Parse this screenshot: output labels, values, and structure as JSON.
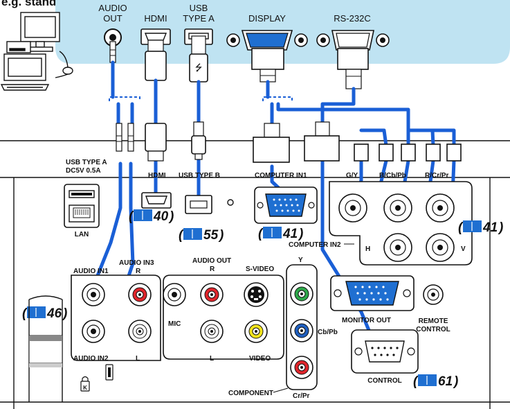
{
  "header_fragment": "e.g. standard",
  "source_ports": {
    "audio_out": [
      "AUDIO",
      "OUT"
    ],
    "hdmi": "HDMI",
    "usb_type_a": [
      "USB",
      "TYPE A"
    ],
    "display": "DISPLAY",
    "rs232c": "RS-232C"
  },
  "panel_labels": {
    "usb_type_a": "USB TYPE A",
    "usb_power": "DC5V 0.5A",
    "hdmi": "HDMI",
    "usb_type_b": "USB TYPE B",
    "computer_in1": "COMPUTER IN1",
    "gy": "G/Y",
    "bcbpb": "B/Cb/Pb",
    "rcrpr": "R/Cr/Pr",
    "lan": "LAN",
    "computer_in2": "COMPUTER IN2",
    "h": "H",
    "v": "V",
    "audio_in1": "AUDIO IN1",
    "audio_in2": "AUDIO IN2",
    "audio_in3": "AUDIO IN3",
    "audio_in3_r": "R",
    "audio_in3_l": "L",
    "audio_out": "AUDIO OUT",
    "audio_out_r": "R",
    "audio_out_l": "L",
    "svideo": "S-VIDEO",
    "mic": "MIC",
    "video": "VIDEO",
    "y": "Y",
    "cbpb": "Cb/Pb",
    "crpr": "Cr/Pr",
    "component": "COMPONENT",
    "monitor_out": "MONITOR OUT",
    "remote_control": [
      "REMOTE",
      "CONTROL"
    ],
    "control": "CONTROL"
  },
  "page_refs": {
    "ref_40": "40",
    "ref_55": "55",
    "ref_41_a": "41",
    "ref_41_b": "41",
    "ref_46": "46",
    "ref_61": "61"
  },
  "colors": {
    "cable": "#1a5fd6",
    "top_panel": "#bfe3f2",
    "connector_blue": "#1f6fd1",
    "rca_red": "#e0252b",
    "rca_green": "#2ea84a",
    "rca_blue": "#1f5fbf",
    "rca_yellow": "#f2e41c"
  }
}
